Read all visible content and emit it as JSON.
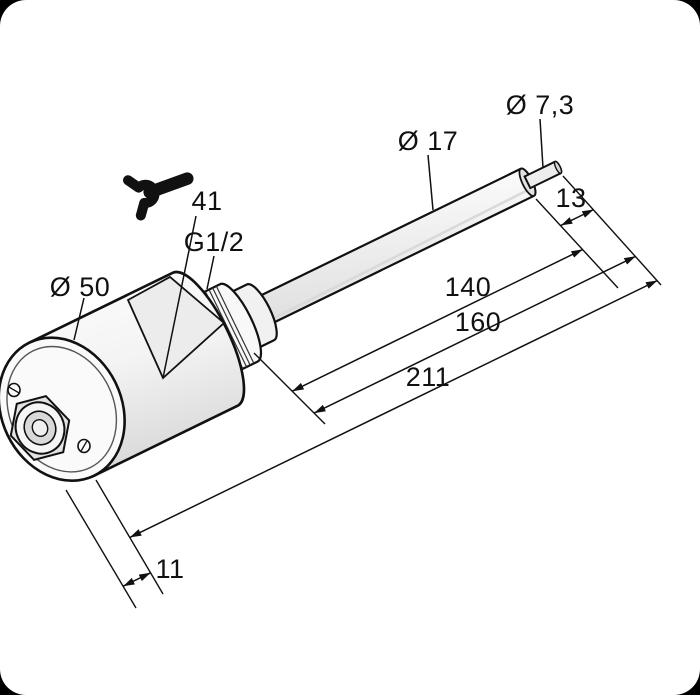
{
  "page": {
    "background": "#000000",
    "canvas": "#ffffff",
    "line_color": "#111111"
  },
  "drawing": {
    "type": "technical-dimension-drawing",
    "labels": {
      "dia_tip": "Ø 7,3",
      "dia_tube": "Ø 17",
      "dia_body": "Ø 50",
      "thread": "G1/2",
      "wrench_size": "41",
      "tip_length": "13",
      "insertion_length": "140",
      "probe_length": "160",
      "overall_length": "211",
      "connector_offset": "11"
    },
    "icons": {
      "wrench": "open-end-wrench"
    }
  }
}
